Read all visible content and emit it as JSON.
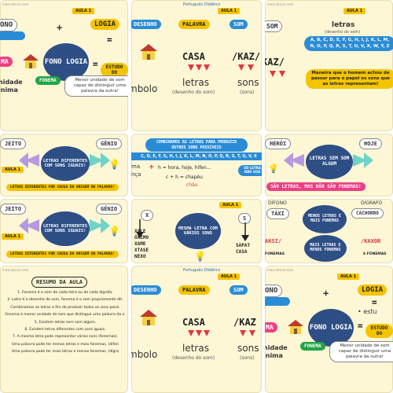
{
  "badges": {
    "aula": "AULA 1"
  },
  "brand": {
    "footer": "mascultural.com",
    "logo": "Português Didático"
  },
  "p1": {
    "no": "ONO",
    "logia": "LOGIA",
    "ma": "MA",
    "ima": "inima",
    "blob": "FONO LOGIA",
    "estudo": "ESTUDO DO",
    "fonema": "FONEMA",
    "def": "Menor unidade de som capaz de distinguir uma palavra da outra!",
    "unidade": "nidade"
  },
  "p2": {
    "desenho": "DESENHO",
    "palavra": "PALAVRA",
    "som": "SOM",
    "casa": "CASA",
    "kaz": "/KAZ/",
    "letras": "letras",
    "letras_sub": "(desenho do som)",
    "sons": "sons",
    "sons_sub": "(sons)",
    "simbolo": "mbolo"
  },
  "p3": {
    "title": "letras",
    "title_sub": "(desenho do som)",
    "alphabet": "A, B, C, D, E, F, G, H, I, J, K, L, M, N, O, P, Q, R, S, T, U, V, X, W, Y, Z",
    "kaz": "KAZ/",
    "sentence": "Maneira que o homem achou de passar para o papel os sons que as letras representam!"
  },
  "p4": {
    "jeito": "JEITO",
    "genio": "GÊNIO",
    "blob": "LETRAS DIFERENTES COM SONS IGUAIS!",
    "bottom": "LETRAS DIFERENTES POR CAUSA DA ORIGEM DA PALAVRA!"
  },
  "p5": {
    "heading": "COMBINAMOS AS LETRAS PARA PRODUZIR OUTROS SONS POSSÍVEIS",
    "alphabet": "C, D, E, F, G, H, I, J, K, L, M, N, O, P, Q, R, S, T, U, V, X",
    "h_rule": "h = hora, hoje, hifen...",
    "ch_rule": "c + h = chapéu",
    "chao": "chão",
    "ma": "ma",
    "ca": "nça",
    "side": "SÓ LETRA NÃO SOA"
  },
  "p6": {
    "heroi": "HERÓI",
    "hoje": "HOJE",
    "blob": "LETRAS SEM SOM ALGUM",
    "bottom": "SÃO LETRAS, MAS NÃO SÃO FONEMAS!"
  },
  "p7": {
    "jeito": "JEITO",
    "genio": "GÊNIO",
    "blob": "LETRAS DIFERENTES COM SONS IGUAIS!",
    "bottom": "LETRAS DIFERENTES POR CAUSA DA ORIGEM DA PALAVRA!"
  },
  "p8": {
    "x": "X",
    "s": "S",
    "blob": "MESMA LETRA COM VÁRIOS SONS",
    "words_left": [
      "XALE",
      "ÓXIMO",
      "XAME",
      "XTASE",
      "NEXO"
    ],
    "words_right": [
      "SAPAT",
      "CASA"
    ]
  },
  "p9": {
    "difono": "DÍFONO",
    "digrafo": "DÍGRAFO",
    "taxi": "TÁXI",
    "cachorro": "CACHORRO",
    "blob1": "MENOS LETRAS E MAIS FONEMAS",
    "blob2": "MAIS LETRAS E MENOS FONEMAS",
    "aksi": "AKSI/",
    "kaxorro": "/KAXOR",
    "fonemas_l": "FONEMAS",
    "fonemas_r": "6 FONEMAS"
  },
  "p10": {
    "title": "RESUMO DA AULA",
    "lines": [
      "1. Fonema é o som de cada letra ou de cada dígrafo.",
      "2. Letra é o desenho do som, fonema é o som propriamente dit.",
      "Combinamos as letras a fim de produzir todos os sons possí.",
      "Fonema é menor unidade de som que distingue uma palavra da o.",
      "5. Existem letras sem som algum.",
      "6. Existem letras diferentes com sons iguais.",
      "7. A mesma letra pode representar vários sons (fonemas).",
      "Uma palavra pode ter menos letras e mais fonemas. (dífon",
      "Uma palavra pode ter mais letras e menos fonemas. (dígra"
    ]
  },
  "p11": {
    "desenho": "DESENHO",
    "palavra": "PALAVRA",
    "som": "SOM",
    "casa": "CASA",
    "kaz": "/KAZ",
    "letras": "letras",
    "letras_sub": "(desenho do som)",
    "sons": "sons",
    "sons_sub": "(sons)",
    "simbolo": "mbolo"
  },
  "p12": {
    "no": "ONO",
    "logia": "LOGIA",
    "ma": "MA",
    "ima": "inima",
    "blob": "FONO LOGIA",
    "estudo": "ESTUDO DO",
    "fonema": "FONEMA",
    "def": "Menor unidade de som capaz de distinguir uma palavra da outra!",
    "estu": "• estu",
    "unidade": "nidade"
  }
}
